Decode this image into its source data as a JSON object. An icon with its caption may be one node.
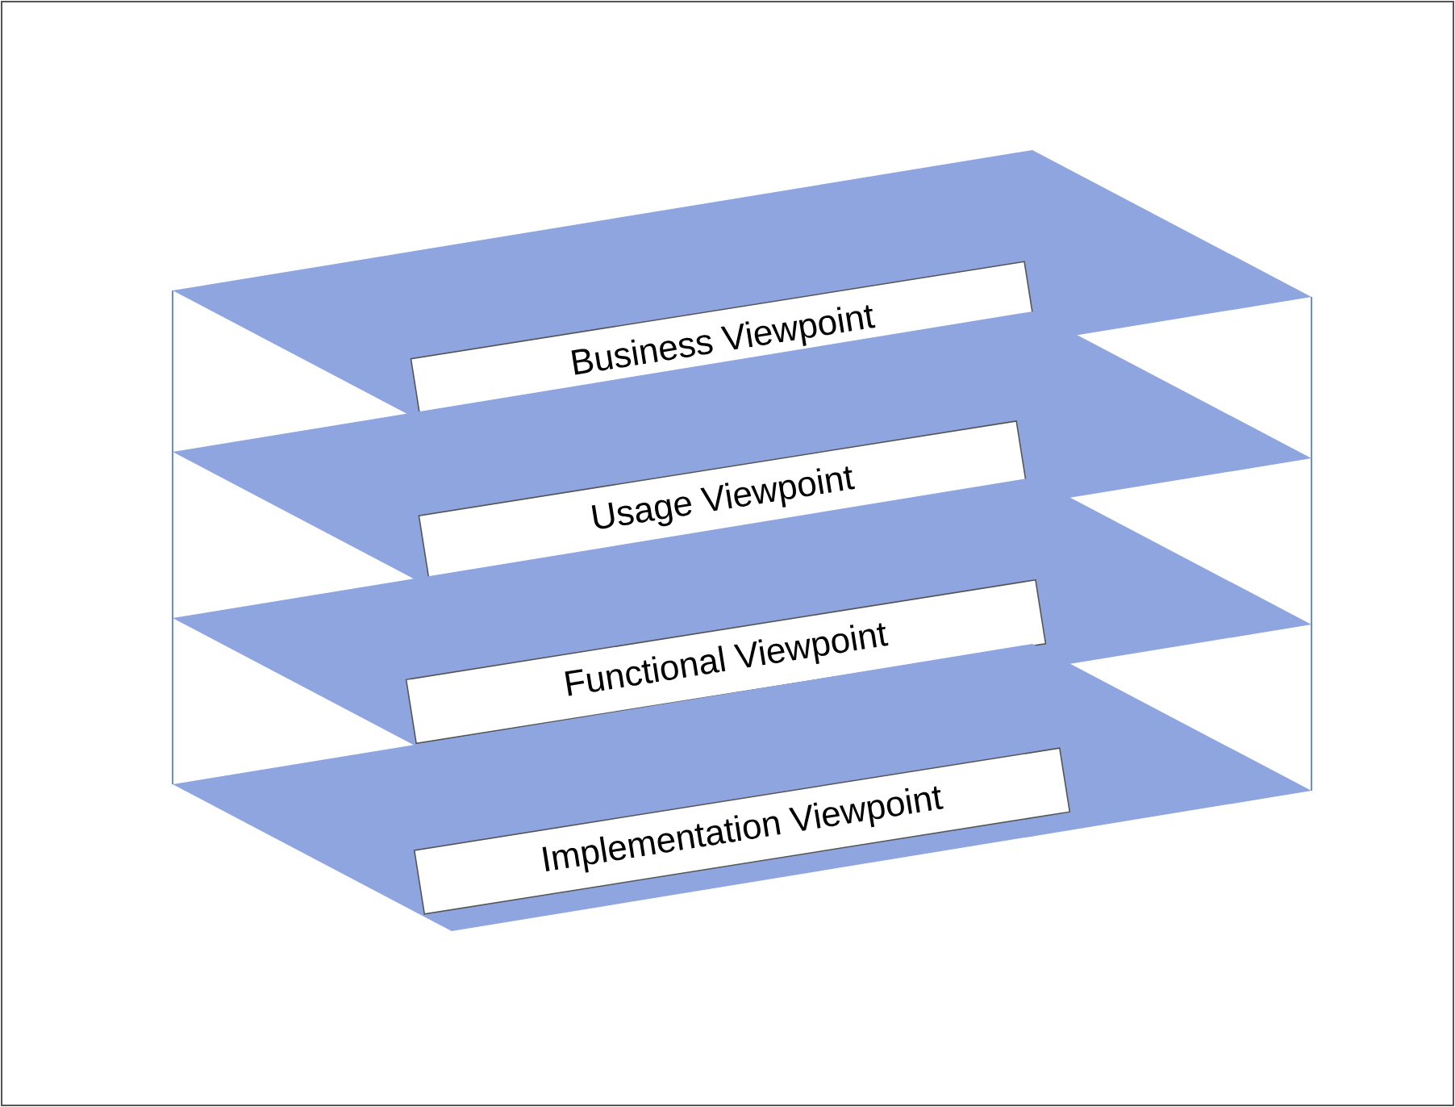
{
  "diagram": {
    "nodes": [
      {
        "text": [
          "Business Viewpoint"
        ]
      },
      {
        "text": [
          "Usage Viewpoint"
        ]
      },
      {
        "text": [
          "Functional Viewpoint"
        ]
      },
      {
        "text": [
          "Implementation Viewpoint"
        ]
      }
    ]
  }
}
